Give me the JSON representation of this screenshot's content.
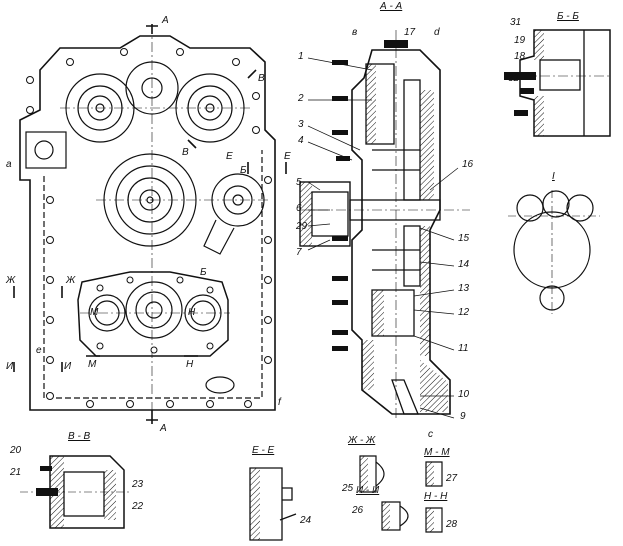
{
  "section_titles": {
    "aa": "А - А",
    "bb": "Б - Б",
    "vv": "В - В",
    "ee": "Е - Е",
    "zhzh": "Ж - Ж",
    "ii": "И - И",
    "mm": "М - М",
    "nn": "Н - Н",
    "detail": "I"
  },
  "section_marks": {
    "a": "А",
    "b": "Б",
    "v": "В",
    "e": "Е",
    "zh": "Ж",
    "i": "И",
    "m": "М",
    "n": "Н"
  },
  "letters": {
    "v": "в",
    "d": "d",
    "a": "a",
    "e": "e",
    "f": "f",
    "c": "c"
  },
  "item_numbers": [
    "1",
    "2",
    "3",
    "4",
    "5",
    "6",
    "7",
    "9",
    "10",
    "11",
    "12",
    "13",
    "14",
    "15",
    "16",
    "17",
    "18",
    "19",
    "20",
    "21",
    "22",
    "23",
    "24",
    "25",
    "26",
    "27",
    "28",
    "29",
    "31",
    "32"
  ],
  "colors": {
    "ink": "#111111",
    "paper": "#ffffff"
  }
}
